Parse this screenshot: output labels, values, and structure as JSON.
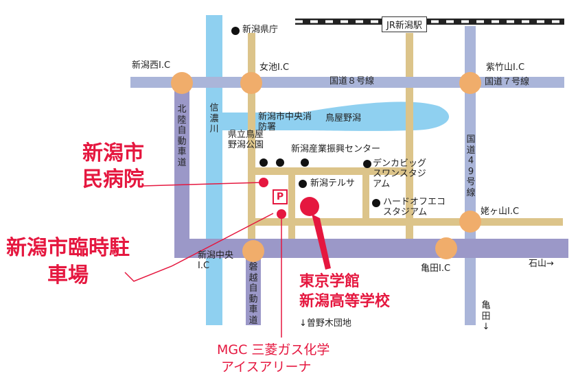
{
  "station": "JR新潟駅",
  "places": {
    "prefectural_office": "新潟県庁",
    "nishi_ic": "新潟西I.C",
    "onnaike_ic": "女池I.C",
    "route8": "国道８号線",
    "shiunyama_ic": "紫竹山I.C",
    "route7": "国道７号線",
    "shinano_river": "信濃川",
    "fire_station": "新潟市中央消防署",
    "toyanogata": "鳥屋野潟",
    "park": "県立鳥屋野潟公園",
    "industry_center": "新潟産業振興センター",
    "denka": "デンカビッグスワンスタジアム",
    "route49": "国道49号線",
    "hokuriku_exp": "北陸自動車道",
    "terrsa": "新潟テルサ",
    "hardoff": "ハードオフエコスタジアム",
    "enokiyama_ic": "姥ヶ山I.C",
    "chuo_ic": "新潟中央I.C",
    "kameda_ic": "亀田I.C",
    "ishiyama": "石山→",
    "banetsu_exp": "磐越自動車道",
    "soyagi": "↓曽野木団地",
    "kameda": "亀田↓"
  },
  "callouts": {
    "hospital": "新潟市民病院",
    "parking": "新潟市臨時駐車場",
    "parking_symbol": "P",
    "school_line1": "東京学館",
    "school_line2": "新潟高等学校",
    "arena_line1": "MGC 三菱ガス化学",
    "arena_line2": "アイスアリーナ"
  },
  "colors": {
    "expressway": "#9b98c8",
    "highway": "#aab5d9",
    "local_road": "#dcc48a",
    "river": "#8fd0f0",
    "interchange": "#f0ad6b",
    "accent_red": "#e5173f"
  }
}
